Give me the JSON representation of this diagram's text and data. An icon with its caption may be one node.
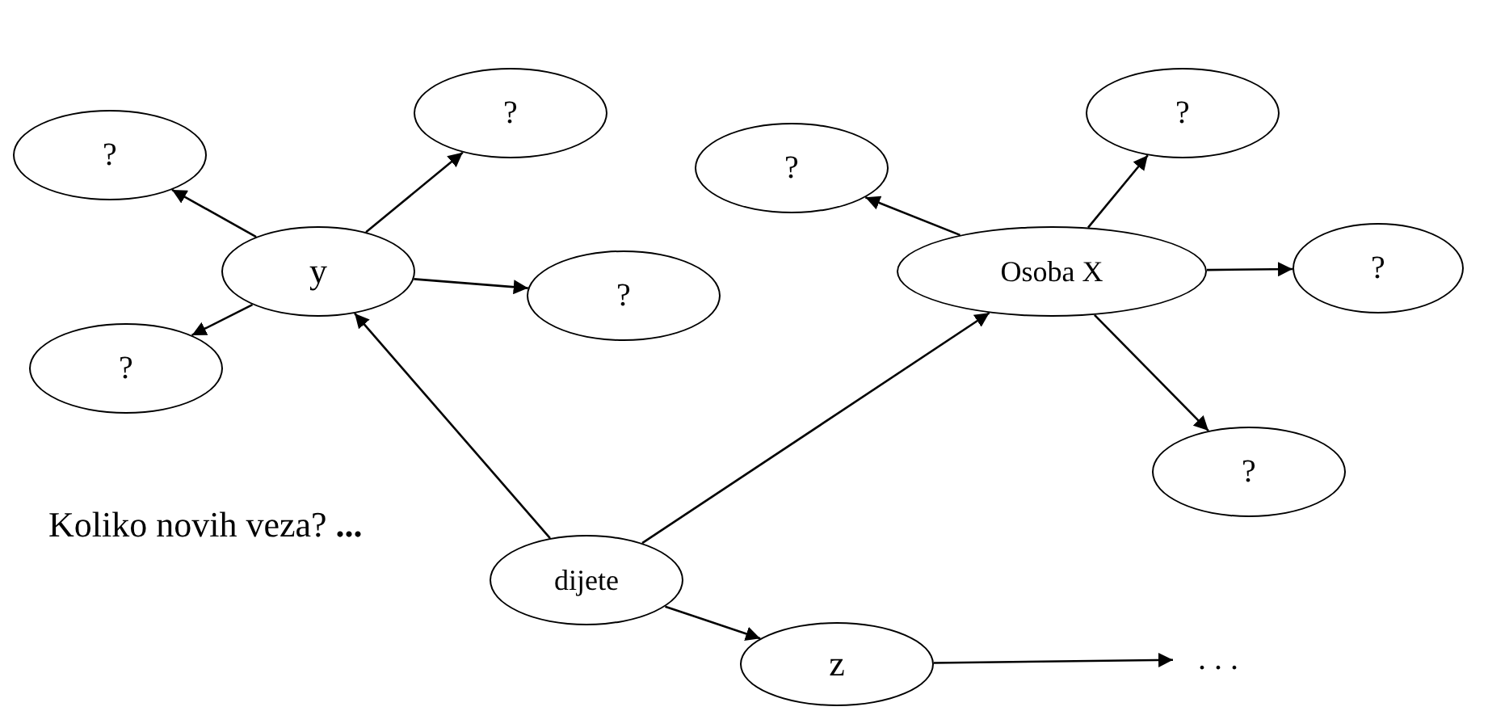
{
  "diagram": {
    "nodes": [
      {
        "text": [
          "?"
        ]
      },
      {
        "text": [
          "?"
        ]
      },
      {
        "text": [
          "?"
        ]
      },
      {
        "text": [
          "?"
        ]
      },
      {
        "text": [
          "y"
        ]
      },
      {
        "text": [
          "Osoba X"
        ]
      },
      {
        "text": [
          "?"
        ]
      },
      {
        "text": [
          "?"
        ]
      },
      {
        "text": [
          "?"
        ]
      },
      {
        "text": [
          "?"
        ]
      },
      {
        "text": [
          "dijete"
        ]
      },
      {
        "text": [
          "z"
        ]
      },
      {
        "text": [
          ". . ."
        ]
      }
    ],
    "edges": [
      {
        "from": 4,
        "to": 0,
        "arrow": "to"
      },
      {
        "from": 4,
        "to": 1,
        "arrow": "to"
      },
      {
        "from": 4,
        "to": 7,
        "arrow": "to"
      },
      {
        "from": 4,
        "to": 8,
        "arrow": "to"
      },
      {
        "from": 10,
        "to": 4,
        "arrow": "to"
      },
      {
        "from": 10,
        "to": 5,
        "arrow": "to"
      },
      {
        "from": 10,
        "to": 11,
        "arrow": "to"
      },
      {
        "from": 5,
        "to": 2,
        "arrow": "to"
      },
      {
        "from": 5,
        "to": 3,
        "arrow": "to"
      },
      {
        "from": 5,
        "to": 6,
        "arrow": "to"
      },
      {
        "from": 5,
        "to": 9,
        "arrow": "to"
      },
      {
        "from": 11,
        "to": 12,
        "arrow": "to"
      }
    ],
    "labels": [
      "Koliko novih veza? **...**"
    ]
  }
}
